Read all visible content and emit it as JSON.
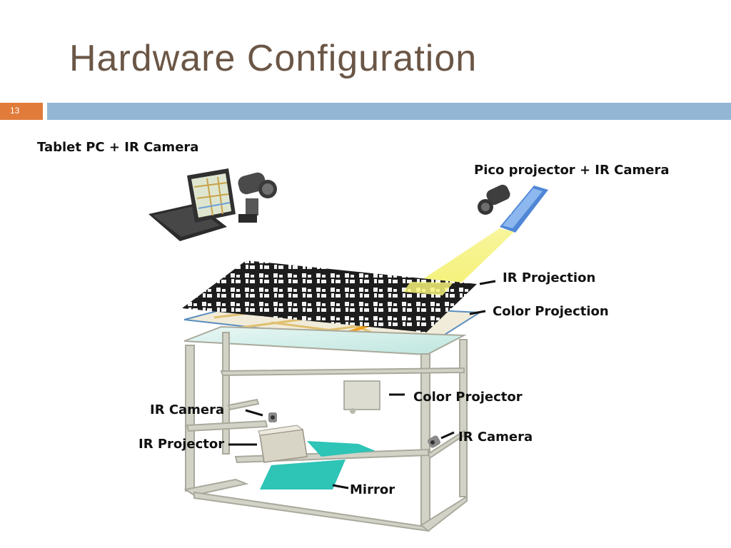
{
  "title": "Hardware Configuration",
  "slide_number": "13",
  "labels": {
    "tablet": "Tablet PC + IR Camera",
    "pico": "Pico projector + IR Camera",
    "ir_projection": "IR Projection",
    "color_projection": "Color Projection",
    "color_projector": "Color Projector",
    "ir_camera_left": "IR Camera",
    "ir_projector": "IR Projector",
    "ir_camera_right": "IR Camera",
    "mirror": "Mirror"
  },
  "colors": {
    "title": "#6b5646",
    "slide_number_box": "#e07b3a",
    "header_bar": "#93b6d4",
    "mirror": "#2ec4b6",
    "frame": "#cfcfc4",
    "projection_beam": "#f4f06a"
  }
}
